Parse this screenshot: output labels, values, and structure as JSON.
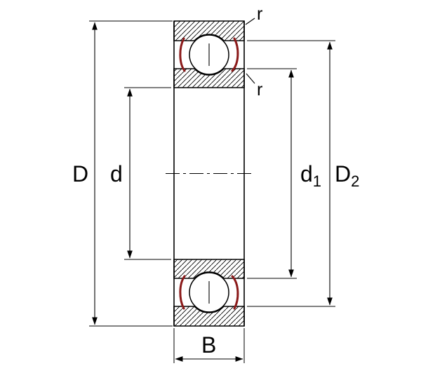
{
  "diagram": {
    "labels": {
      "outer_diameter": "D",
      "bore_diameter": "d",
      "inner_shoulder": {
        "base": "d",
        "sub": "1"
      },
      "outer_shoulder": {
        "base": "D",
        "sub": "2"
      },
      "radius_top": "r",
      "radius_inner": "r",
      "width": "B"
    },
    "colors": {
      "line": "#000000",
      "seal": "#8b1a1a",
      "background": "#ffffff"
    }
  }
}
